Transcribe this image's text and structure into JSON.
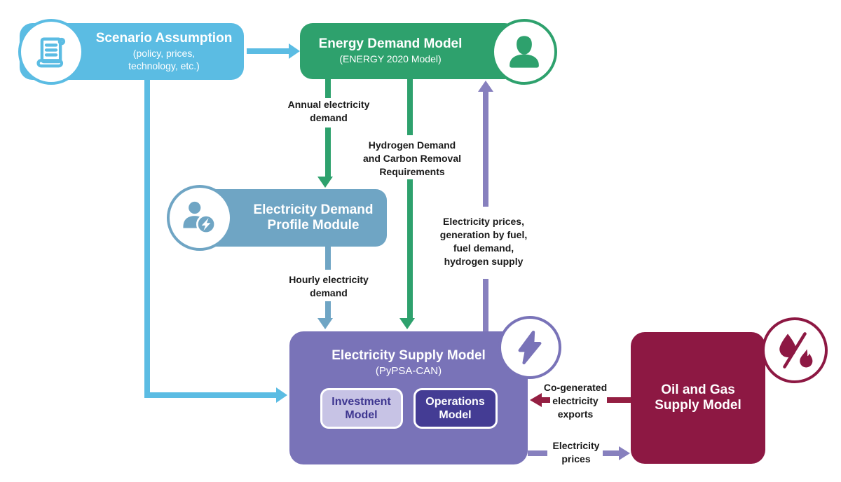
{
  "colors": {
    "light_blue": "#5BBCE3",
    "green": "#2EA16D",
    "steel_blue": "#6FA5C4",
    "purple": "#7973B8",
    "purple_arrow": "#8780BE",
    "lavender": "#C7C3E5",
    "indigo": "#443C94",
    "indigo_text": "#3E3690",
    "maroon": "#8D1843",
    "red_arrow": "#941F42",
    "label_text": "#1A1A1A"
  },
  "nodes": {
    "scenario": {
      "title": "Scenario Assumption",
      "subtitle": "(policy, prices,\ntechnology, etc.)",
      "icon": "scroll-icon"
    },
    "energy_demand": {
      "title": "Energy Demand Model",
      "subtitle": "(ENERGY 2020 Model)",
      "icon": "person-icon"
    },
    "demand_profile": {
      "title": "Electricity Demand\nProfile Module",
      "icon": "person-bolt-icon"
    },
    "electricity_supply": {
      "title": "Electricity Supply Model",
      "subtitle": "(PyPSA-CAN)",
      "icon": "lightning-icon",
      "investment_label": "Investment\nModel",
      "operations_label": "Operations\nModel"
    },
    "oil_gas": {
      "title": "Oil and Gas\nSupply Model",
      "icon": "droplet-flame-icon"
    }
  },
  "flow_labels": {
    "annual_demand": "Annual electricity\ndemand",
    "hydrogen_carbon": "Hydrogen Demand\nand Carbon Removal\nRequirements",
    "prices_generation": "Electricity prices,\ngeneration by fuel,\nfuel demand,\nhydrogen supply",
    "hourly_demand": "Hourly electricity\ndemand",
    "cogen_exports": "Co-generated\nelectricity\nexports",
    "electricity_prices": "Electricity\nprices"
  }
}
